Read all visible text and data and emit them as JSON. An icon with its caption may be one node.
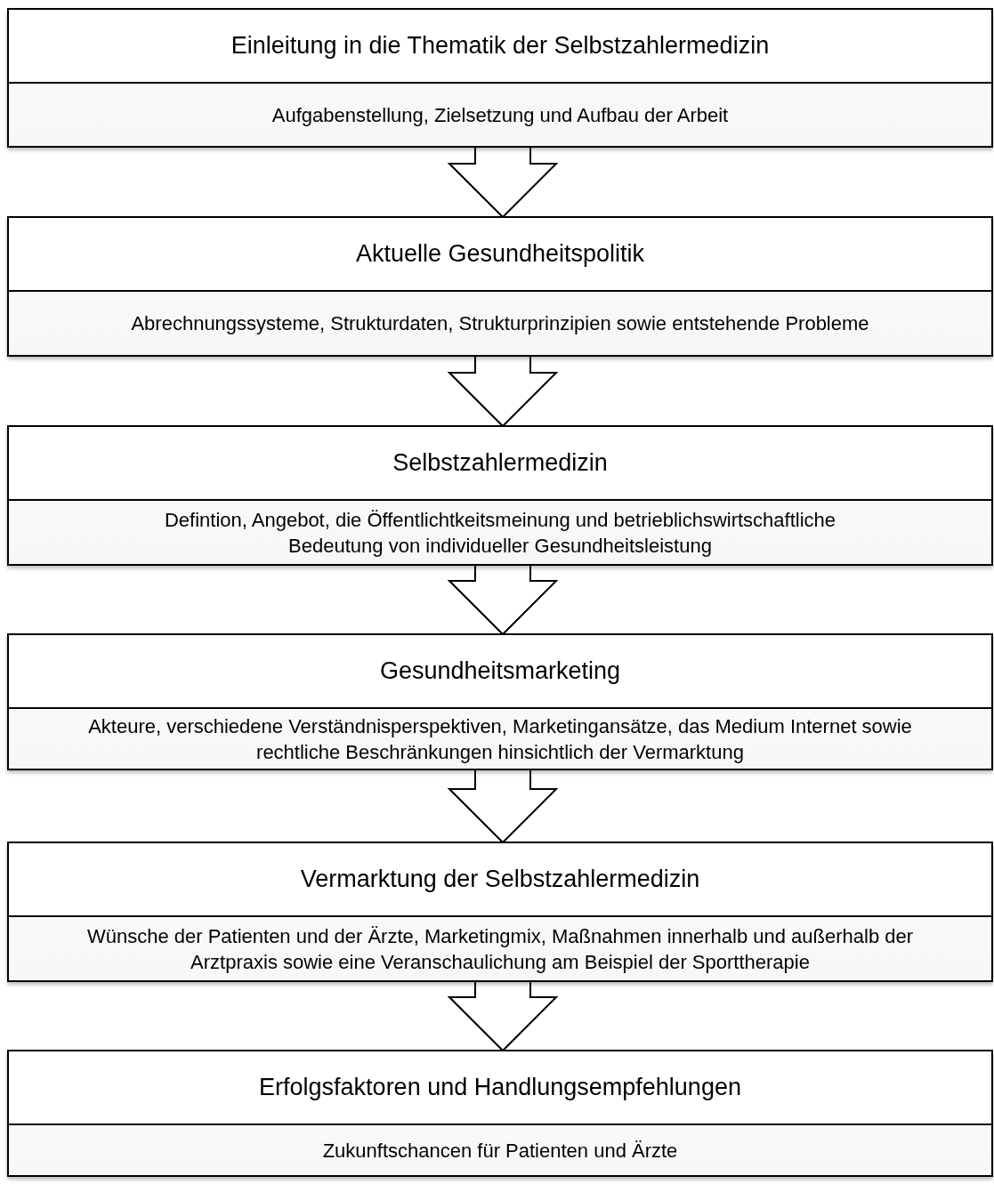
{
  "diagram": {
    "nodes": [
      {
        "text": [
          "Einleitung in die Thematik der Selbstzahlermedizin",
          "Aufgabenstellung, Zielsetzung und Aufbau der Arbeit"
        ]
      },
      {
        "text": [
          "Aktuelle Gesundheitspolitik",
          "Abrechnungssysteme, Strukturdaten, Strukturprinzipien sowie entstehende Probleme"
        ]
      },
      {
        "text": [
          "Selbstzahlermedizin",
          "Defintion, Angebot, die Öffentlichtkeitsmeinung und betrieblichswirtschaftliche Bedeutung von individueller Gesundheitsleistung"
        ]
      },
      {
        "text": [
          "Gesundheitsmarketing",
          "Akteure, verschiedene Verständnisperspektiven, Marketingansätze, das Medium Internet sowie rechtliche Beschränkungen hinsichtlich der Vermarktung"
        ]
      },
      {
        "text": [
          "Vermarktung der Selbstzahlermedizin",
          "Wünsche der Patienten und der Ärzte, Marketingmix, Maßnahmen innerhalb und außerhalb der Arztpraxis sowie eine Veranschaulichung am Beispiel der Sporttherapie"
        ]
      },
      {
        "text": [
          "Erfolgsfaktoren und Handlungsempfehlungen",
          "Zukunftschancen für Patienten und Ärzte"
        ]
      }
    ],
    "edges": [
      {
        "from": 0,
        "to": 1,
        "arrow": "to"
      },
      {
        "from": 1,
        "to": 2,
        "arrow": "to"
      },
      {
        "from": 2,
        "to": 3,
        "arrow": "to"
      },
      {
        "from": 3,
        "to": 4,
        "arrow": "to"
      },
      {
        "from": 4,
        "to": 5,
        "arrow": "to"
      }
    ]
  }
}
